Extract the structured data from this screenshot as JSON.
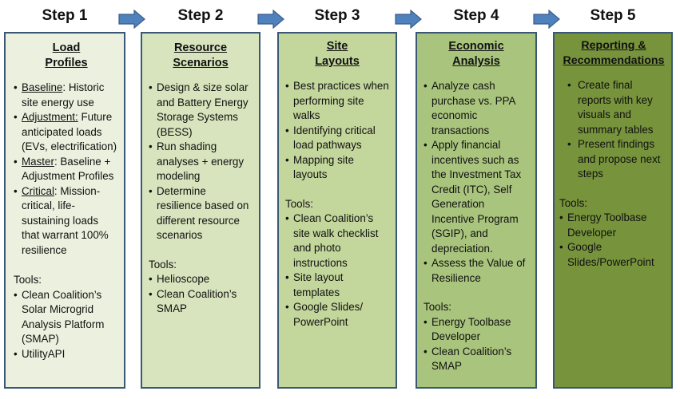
{
  "steps": [
    {
      "heading": "Step 1",
      "title_lines": [
        "Load",
        "Profiles"
      ],
      "bullets": [
        {
          "term": "Baseline",
          "rest": ": Historic site energy use"
        },
        {
          "term": "Adjustment:",
          "rest": " Future anticipated loads (EVs, electrification)"
        },
        {
          "term": "Master",
          "rest": ": Baseline + Adjustment Profiles"
        },
        {
          "term": "Critical",
          "rest": ": Mission-critical, life-sustaining loads that warrant 100% resilience"
        }
      ],
      "tools_label": "Tools:",
      "tools": [
        "Clean Coalition’s Solar Microgrid Analysis Platform (SMAP)",
        "UtilityAPI"
      ]
    },
    {
      "heading": "Step 2",
      "title_lines": [
        "Resource",
        "Scenarios"
      ],
      "bullets": [
        {
          "term": "",
          "rest": "Design & size solar and Battery Energy Storage Systems (BESS)"
        },
        {
          "term": "",
          "rest": "Run shading analyses + energy modeling"
        },
        {
          "term": "",
          "rest": "Determine resilience based on different resource scenarios"
        }
      ],
      "tools_label": "Tools:",
      "tools": [
        "Helioscope",
        "Clean Coalition’s SMAP"
      ]
    },
    {
      "heading": "Step 3",
      "title_lines": [
        "Site",
        "Layouts"
      ],
      "bullets": [
        {
          "term": "",
          "rest": "Best practices when performing site walks"
        },
        {
          "term": "",
          "rest": "Identifying critical load pathways"
        },
        {
          "term": "",
          "rest": "Mapping site layouts"
        }
      ],
      "tools_label": "Tools:",
      "tools": [
        "Clean Coalition’s site walk checklist and photo instructions",
        "Site layout templates",
        "Google Slides/ PowerPoint"
      ]
    },
    {
      "heading": "Step 4",
      "title_lines": [
        "Economic",
        "Analysis"
      ],
      "bullets": [
        {
          "term": "",
          "rest": "Analyze cash purchase vs. PPA economic transactions"
        },
        {
          "term": "",
          "rest": "Apply financial incentives such as the Investment Tax Credit (ITC), Self Generation Incentive Program (SGIP), and depreciation."
        },
        {
          "term": "",
          "rest": "Assess the Value of Resilience"
        }
      ],
      "tools_label": "Tools:",
      "tools": [
        "Energy Toolbase Developer",
        "Clean Coalition’s SMAP"
      ]
    },
    {
      "heading": "Step 5",
      "title_lines": [
        "Reporting &",
        "Recommendations"
      ],
      "bullets": [
        {
          "term": "",
          "rest": "Create final reports with key visuals and summary tables"
        },
        {
          "term": "",
          "rest": "Present findings and propose next steps"
        }
      ],
      "tools_label": "Tools:",
      "tools": [
        "Energy Toolbase Developer",
        "Google Slides/PowerPoint"
      ]
    }
  ],
  "colors": {
    "col_fills": [
      "#ebf1de",
      "#d7e4bd",
      "#c3d69b",
      "#a9c47d",
      "#77933c"
    ],
    "border": "#3a5876",
    "arrow_fill": "#4f81bd",
    "arrow_stroke": "#385d8a"
  }
}
